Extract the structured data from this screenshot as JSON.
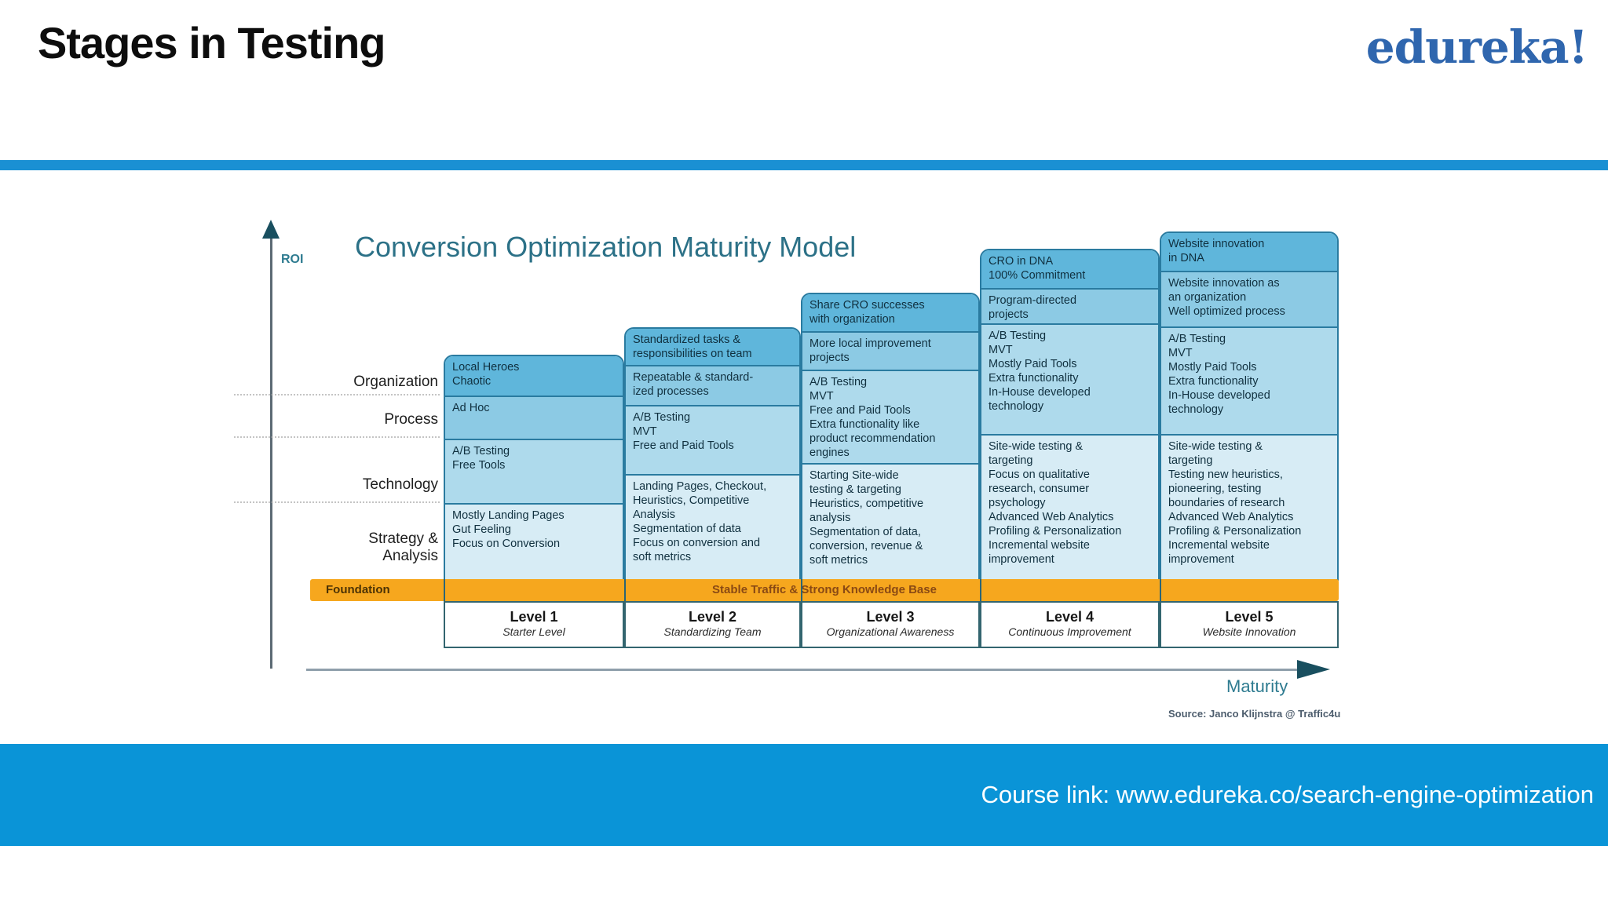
{
  "header": {
    "title": "Stages in Testing",
    "logo": "edureka!"
  },
  "footer": {
    "course_link": "Course link: www.edureka.co/search-engine-optimization"
  },
  "diagram": {
    "title": "Conversion Optimization Maturity Model",
    "y_axis_label": "ROI",
    "x_axis_label": "Maturity",
    "source": "Source: Janco Klijnstra @ Traffic4u",
    "row_labels": [
      "Organization",
      "Process",
      "Technology",
      "Strategy &\nAnalysis"
    ],
    "foundation_label": "Foundation",
    "foundation_text": "Stable Traffic & Strong Knowledge Base",
    "levels": [
      {
        "label": "Level 1",
        "sublabel": "Starter Level",
        "organization": "Local Heroes\nChaotic",
        "process": "Ad Hoc",
        "technology": "A/B Testing\nFree Tools",
        "strategy": "Mostly Landing Pages\nGut Feeling\nFocus on Conversion"
      },
      {
        "label": "Level 2",
        "sublabel": "Standardizing Team",
        "organization": "Standardized tasks &\nresponsibilities on team",
        "process": "Repeatable & standard-\nized processes",
        "technology": "A/B Testing\nMVT\nFree and Paid Tools",
        "strategy": "Landing Pages, Checkout,\nHeuristics, Competitive\nAnalysis\nSegmentation of data\nFocus on conversion and\nsoft metrics"
      },
      {
        "label": "Level 3",
        "sublabel": "Organizational Awareness",
        "organization": "Share CRO successes\nwith organization",
        "process": "More local improvement\nprojects",
        "technology": "A/B Testing\nMVT\nFree and Paid Tools\nExtra functionality like\nproduct recommendation\nengines",
        "strategy": "Starting Site-wide\ntesting & targeting\nHeuristics, competitive\nanalysis\nSegmentation of data,\nconversion, revenue &\nsoft metrics"
      },
      {
        "label": "Level 4",
        "sublabel": "Continuous Improvement",
        "organization": "CRO in DNA\n100% Commitment",
        "process": "Program-directed\nprojects",
        "technology": "A/B Testing\nMVT\nMostly Paid Tools\nExtra functionality\nIn-House developed\ntechnology",
        "strategy": "Site-wide testing &\ntargeting\nFocus on qualitative\nresearch, consumer\npsychology\nAdvanced Web Analytics\nProfiling & Personalization\nIncremental website\nimprovement"
      },
      {
        "label": "Level 5",
        "sublabel": "Website Innovation",
        "organization": "Website innovation\nin DNA",
        "process": "Website innovation as\nan organization\nWell optimized process",
        "technology": "A/B Testing\nMVT\nMostly Paid Tools\nExtra functionality\nIn-House developed\ntechnology",
        "strategy": "Site-wide testing &\ntargeting\nTesting new heuristics,\npioneering, testing\nboundaries of research\nAdvanced Web Analytics\nProfiling & Personalization\nIncremental website\nimprovement"
      }
    ],
    "colors": {
      "organization_row": "#5fb6db",
      "process_row": "#8ccae4",
      "technology_row": "#aedaec",
      "strategy_row": "#d7ecf5",
      "foundation_bar": "#f6a71e",
      "accent_blue": "#0a94d7",
      "title_teal": "#2c7187"
    }
  }
}
